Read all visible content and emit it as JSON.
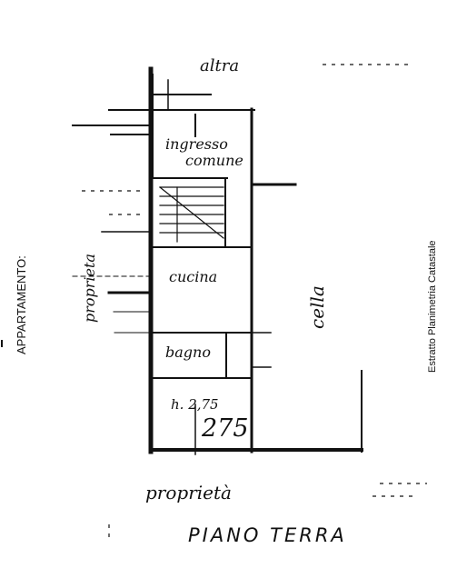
{
  "side_label_left": "APPARTAMENTO:",
  "side_label_right": "Estratto Planimetria Catastale",
  "floor_title": "PIANO TERRA",
  "rooms": {
    "ingresso": "ingresso",
    "comune": "comune",
    "cucina": "cucina",
    "bagno": "bagno",
    "height_note": "h. 2,75",
    "unit_number": "275"
  },
  "annotations": {
    "top_left": "altra",
    "left_side": "proprieta",
    "right_side": "cella",
    "bottom": "proprietà"
  }
}
